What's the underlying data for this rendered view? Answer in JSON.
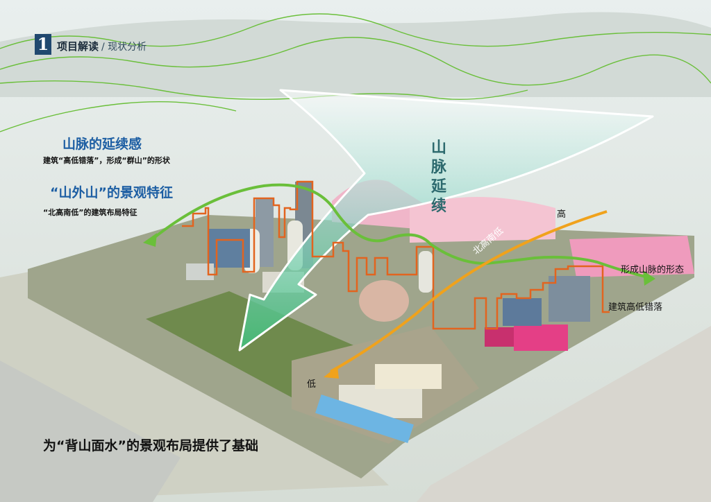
{
  "header": {
    "number": "1",
    "title": "项目解读",
    "subtitle": "/ 现状分析"
  },
  "headlines": {
    "mountain_continuity": "山脉的延续感",
    "mountain_continuity_note": "建筑“高低错落”，形成“群山”的形状",
    "mountain_beyond": "“山外山”的景观特征",
    "mountain_beyond_note": "“北高南低”的建筑布局特征"
  },
  "diagram_labels": {
    "mountain_extends": "山脉延续",
    "high": "高",
    "low": "低",
    "north_high_south_low": "北高南低",
    "form_mountain_shape": "形成山脉的形态",
    "building_height_variation": "建筑高低错落"
  },
  "footer": {
    "conclusion": "为“背山面水”的景观布局提供了基础"
  },
  "colors": {
    "ridge_line": "#6abf3a",
    "skyline": "#e2641f",
    "slope_arrow": "#f0a21c",
    "funnel_fill": "#7fd1c0",
    "heading_blue": "#1d5ea3"
  }
}
